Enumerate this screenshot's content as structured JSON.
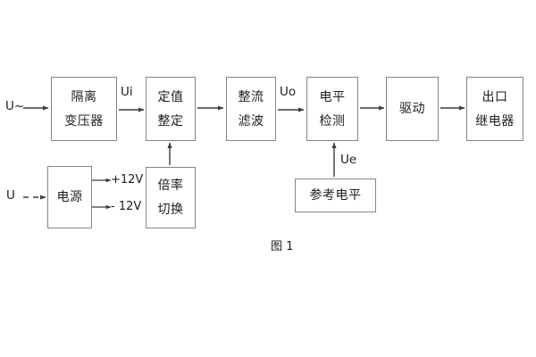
{
  "diagram": {
    "caption": "图 1",
    "blocks": [
      {
        "id": "isolation-transformer",
        "line1": "隔离",
        "line2": "变压器"
      },
      {
        "id": "setpoint-adjust",
        "line1": "定值",
        "line2": "整定"
      },
      {
        "id": "rectifier-filter",
        "line1": "整流",
        "line2": "滤波"
      },
      {
        "id": "level-detection",
        "line1": "电平",
        "line2": "检测"
      },
      {
        "id": "drive",
        "line1": "驱动",
        "line2": ""
      },
      {
        "id": "output-relay",
        "line1": "出口",
        "line2": "继电器"
      },
      {
        "id": "power-supply",
        "line1": "电源",
        "line2": ""
      },
      {
        "id": "multiplier-switch",
        "line1": "倍率",
        "line2": "切换"
      },
      {
        "id": "reference-level",
        "line1": "参考电平",
        "line2": ""
      }
    ],
    "signals": {
      "input_ac": "U~",
      "input_dc": "U",
      "ui": "Ui",
      "uo": "Uo",
      "ue": "Ue",
      "rail_positive": "+12V",
      "rail_negative": "- 12V"
    },
    "colors": {
      "box_border": "#858585",
      "wire": "#3a3a3a",
      "text": "#1d1d1d",
      "background": "#ffffff"
    }
  }
}
